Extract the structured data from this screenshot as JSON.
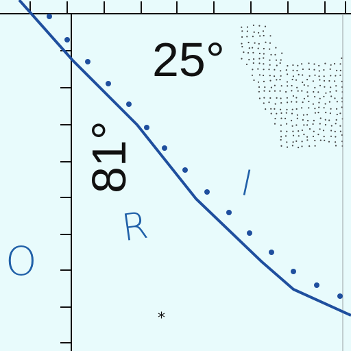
{
  "colors": {
    "water_background": "#e8fbfc",
    "frame_ink": "#111111",
    "coastline": "#1f4f9e",
    "boundary_dots": "#1f4f9e",
    "label_blue": "#2060a8",
    "shoal_stipple": "#444444"
  },
  "graticule": {
    "latitude_label": "25°",
    "longitude_label": "81°"
  },
  "region_letters": {
    "o": "O",
    "r": "R",
    "i": "I"
  },
  "features": {
    "point_symbol": "⁎",
    "shoal_area": "stippled shoal area",
    "coastline": "coastline",
    "boundary": "dotted boundary"
  }
}
